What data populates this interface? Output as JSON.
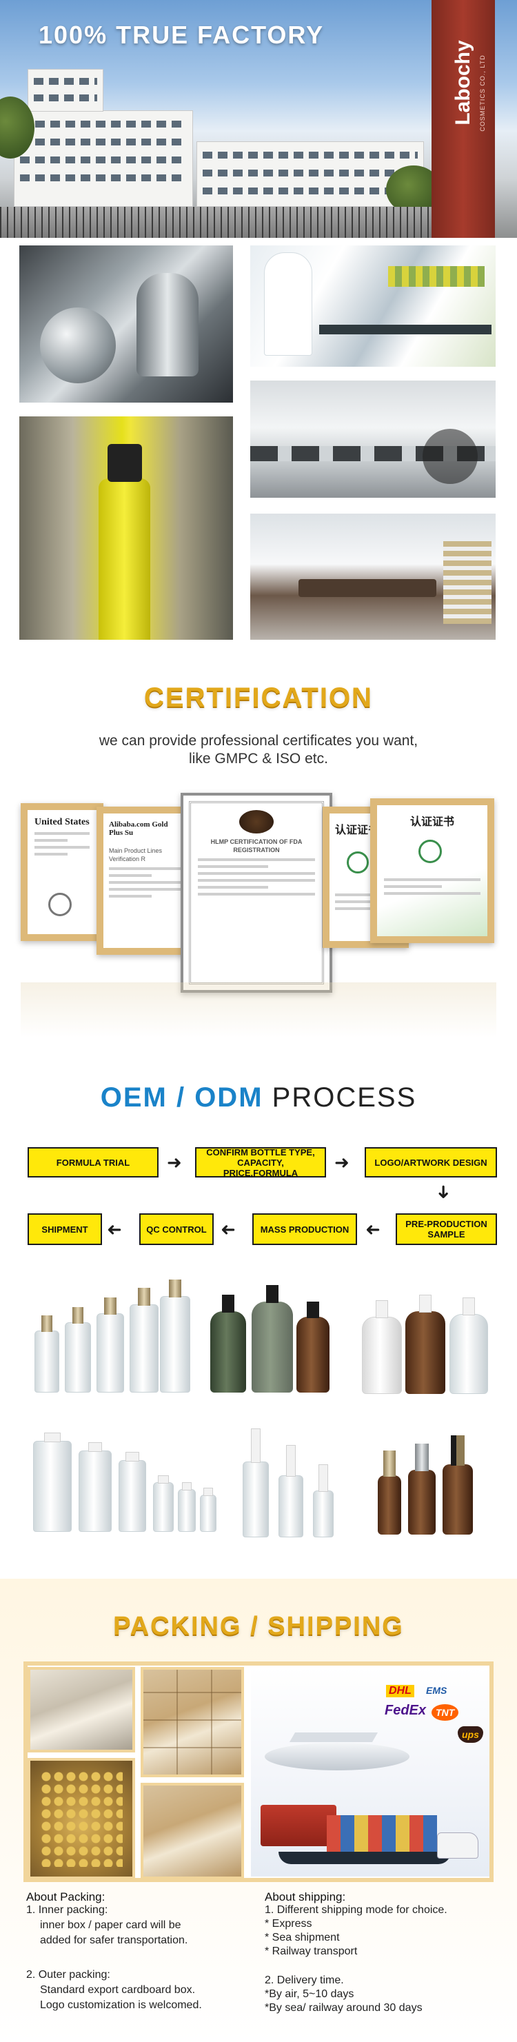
{
  "factory": {
    "title": "100% TRUE FACTORY",
    "brand": "Labochy",
    "brand_sub": "COSMETICS CO., LTD"
  },
  "certification": {
    "heading": "CERTIFICATION",
    "text_line1": "we can provide professional certificates you want,",
    "text_line2": "like GMPC & ISO etc.",
    "certs": {
      "cert1_title": "United States",
      "cert2_title": "Alibaba.com Gold Plus Su",
      "cert2_line": "Main Product Lines Verification R",
      "cert3_title": "HLMP CERTIFICATION OF FDA REGISTRATION",
      "cert4_title": "认证证书",
      "cert5_title": "认证证书"
    }
  },
  "process": {
    "heading_blue": "OEM / ODM",
    "heading_dark": "PROCESS",
    "steps": {
      "formula_trial": "FORMULA TRIAL",
      "confirm": "CONFIRM BOTTLE TYPE,\nCAPACITY, PRICE,FORMULA",
      "logo": "LOGO/ARTWORK DESIGN",
      "pre_production": "PRE-PRODUCTION\nSAMPLE",
      "mass_production": "MASS PRODUCTION",
      "qc_control": "QC CONTROL",
      "shipment": "SHIPMENT"
    }
  },
  "packing": {
    "heading": "PACKING / SHIPPING",
    "carriers": {
      "dhl": "DHL",
      "ems": "EMS",
      "fedex": "FedEx",
      "tnt": "TNT",
      "ups": "ups"
    },
    "about_packing": {
      "title": "About Packing:",
      "l1": "1. Inner packing:",
      "l2": "inner box / paper card will be",
      "l3": "added for safer transportation.",
      "l4": "2. Outer packing:",
      "l5": "Standard export cardboard box.",
      "l6": "Logo customization is welcomed."
    },
    "about_shipping": {
      "title": "About shipping:",
      "l1": "1. Different shipping mode for choice.",
      "l2": "* Express",
      "l3": "* Sea shipment",
      "l4": "* Railway transport",
      "l5": "2. Delivery time.",
      "l6": "*By air, 5~10 days",
      "l7": "*By sea/ railway around 30 days"
    }
  }
}
